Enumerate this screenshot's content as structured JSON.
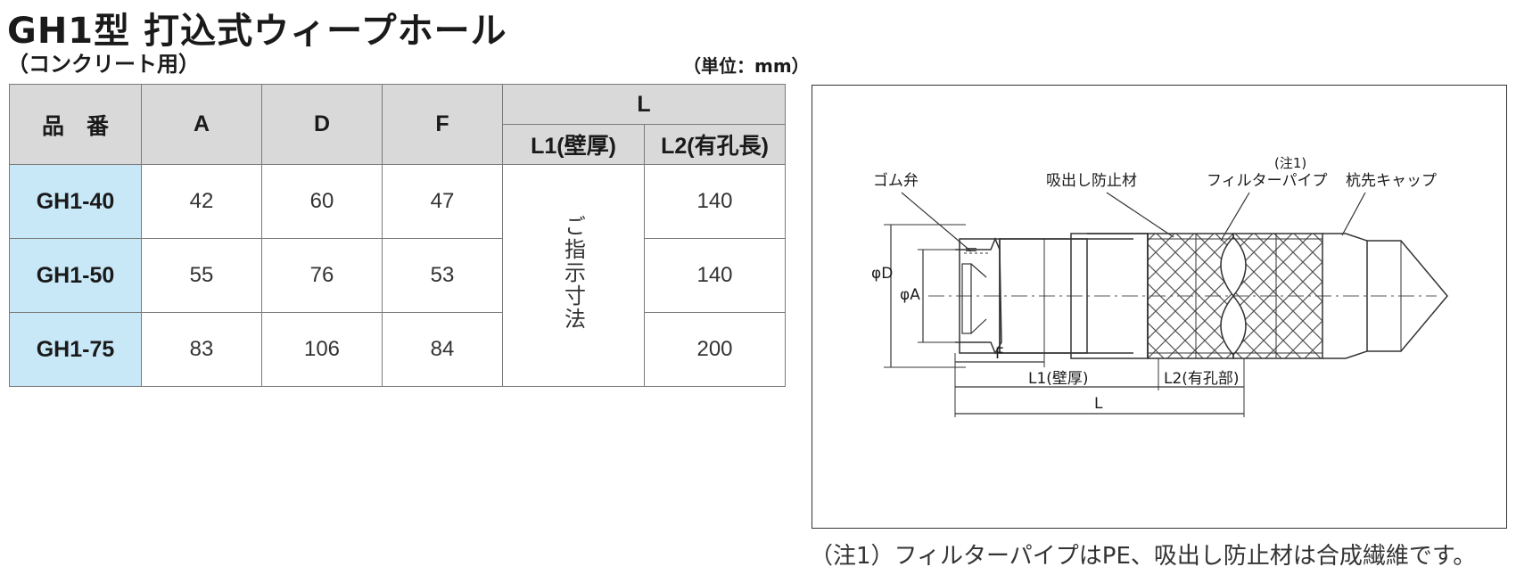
{
  "title": "GH1型 打込式ウィープホール",
  "subtitle": "（コンクリート用）",
  "unit": "（単位：mm）",
  "table": {
    "headers": {
      "model": "品　番",
      "a": "A",
      "d": "D",
      "f": "F",
      "l": "L",
      "l1": "L1(壁厚)",
      "l2": "L2(有孔長)"
    },
    "l1_note": "ご指示寸法",
    "rows": [
      {
        "model": "GH1-40",
        "a": "42",
        "d": "60",
        "f": "47",
        "l2": "140"
      },
      {
        "model": "GH1-50",
        "a": "55",
        "d": "76",
        "f": "53",
        "l2": "140"
      },
      {
        "model": "GH1-75",
        "a": "83",
        "d": "106",
        "f": "84",
        "l2": "200"
      }
    ]
  },
  "diagram": {
    "labels": {
      "rubber_valve": "ゴム弁",
      "absorb_material": "吸出し防止材",
      "note_mark": "(注1)",
      "filter_pipe": "フィルターパイプ",
      "tip_cap": "杭先キャップ",
      "phi_d": "φD",
      "phi_a": "φA",
      "dim_f": "F",
      "dim_l1": "L1(壁厚)",
      "dim_l2": "L2(有孔部)",
      "dim_l": "L"
    }
  },
  "note": "（注1）フィルターパイプはPE、吸出し防止材は合成繊維です。"
}
